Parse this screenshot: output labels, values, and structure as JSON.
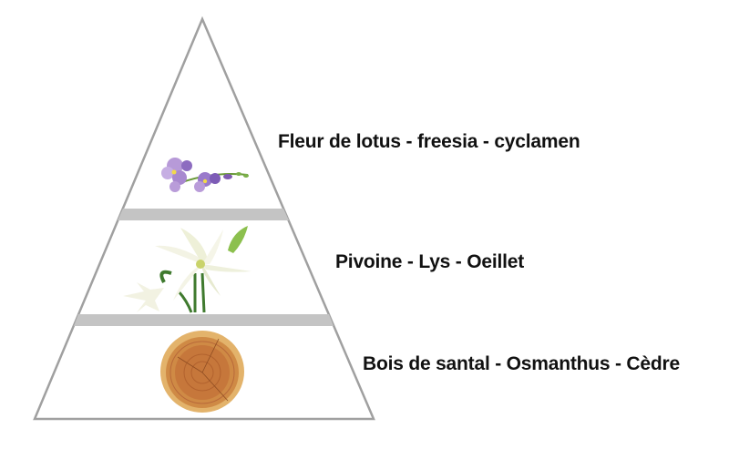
{
  "pyramid": {
    "tiers": [
      {
        "name": "top",
        "label": "Fleur de lotus - freesia - cyclamen",
        "icon": "freesia-flower-icon"
      },
      {
        "name": "heart",
        "label": "Pivoine - Lys - Oeillet",
        "icon": "lily-flower-icon"
      },
      {
        "name": "base",
        "label": "Bois de santal - Osmanthus - Cèdre",
        "icon": "wood-slice-icon"
      }
    ],
    "colors": {
      "outline": "#9e9e9e",
      "band": "#c4c4c4",
      "text": "#111111"
    }
  }
}
